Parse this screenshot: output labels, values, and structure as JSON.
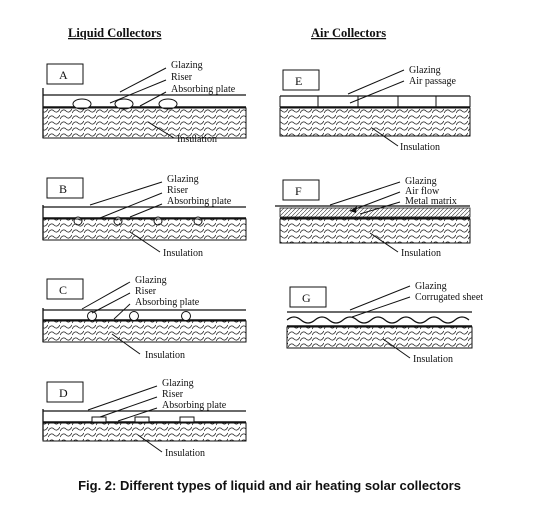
{
  "headings": {
    "liquid": "Liquid Collectors",
    "air": "Air Collectors"
  },
  "panels": [
    {
      "id": "A",
      "labels": [
        "Glazing",
        "Riser",
        "Absorbing plate"
      ],
      "bottom": "Insulation"
    },
    {
      "id": "B",
      "labels": [
        "Glazing",
        "Riser",
        "Absorbing plate"
      ],
      "bottom": "Insulation"
    },
    {
      "id": "C",
      "labels": [
        "Glazing",
        "Riser",
        "Absorbing plate"
      ],
      "bottom": "Insulation"
    },
    {
      "id": "D",
      "labels": [
        "Glazing",
        "Riser",
        "Absorbing plate"
      ],
      "bottom": "Insulation"
    },
    {
      "id": "E",
      "labels": [
        "Glazing",
        "Air passage"
      ],
      "bottom": "Insulation"
    },
    {
      "id": "F",
      "labels": [
        "Glazing",
        "Air flow",
        "Metal matrix"
      ],
      "bottom": "Insulation"
    },
    {
      "id": "G",
      "labels": [
        "Glazing",
        "Corrugated sheet"
      ],
      "bottom": "Insulation"
    }
  ],
  "caption": "Fig. 2: Different types of liquid and air heating solar collectors"
}
